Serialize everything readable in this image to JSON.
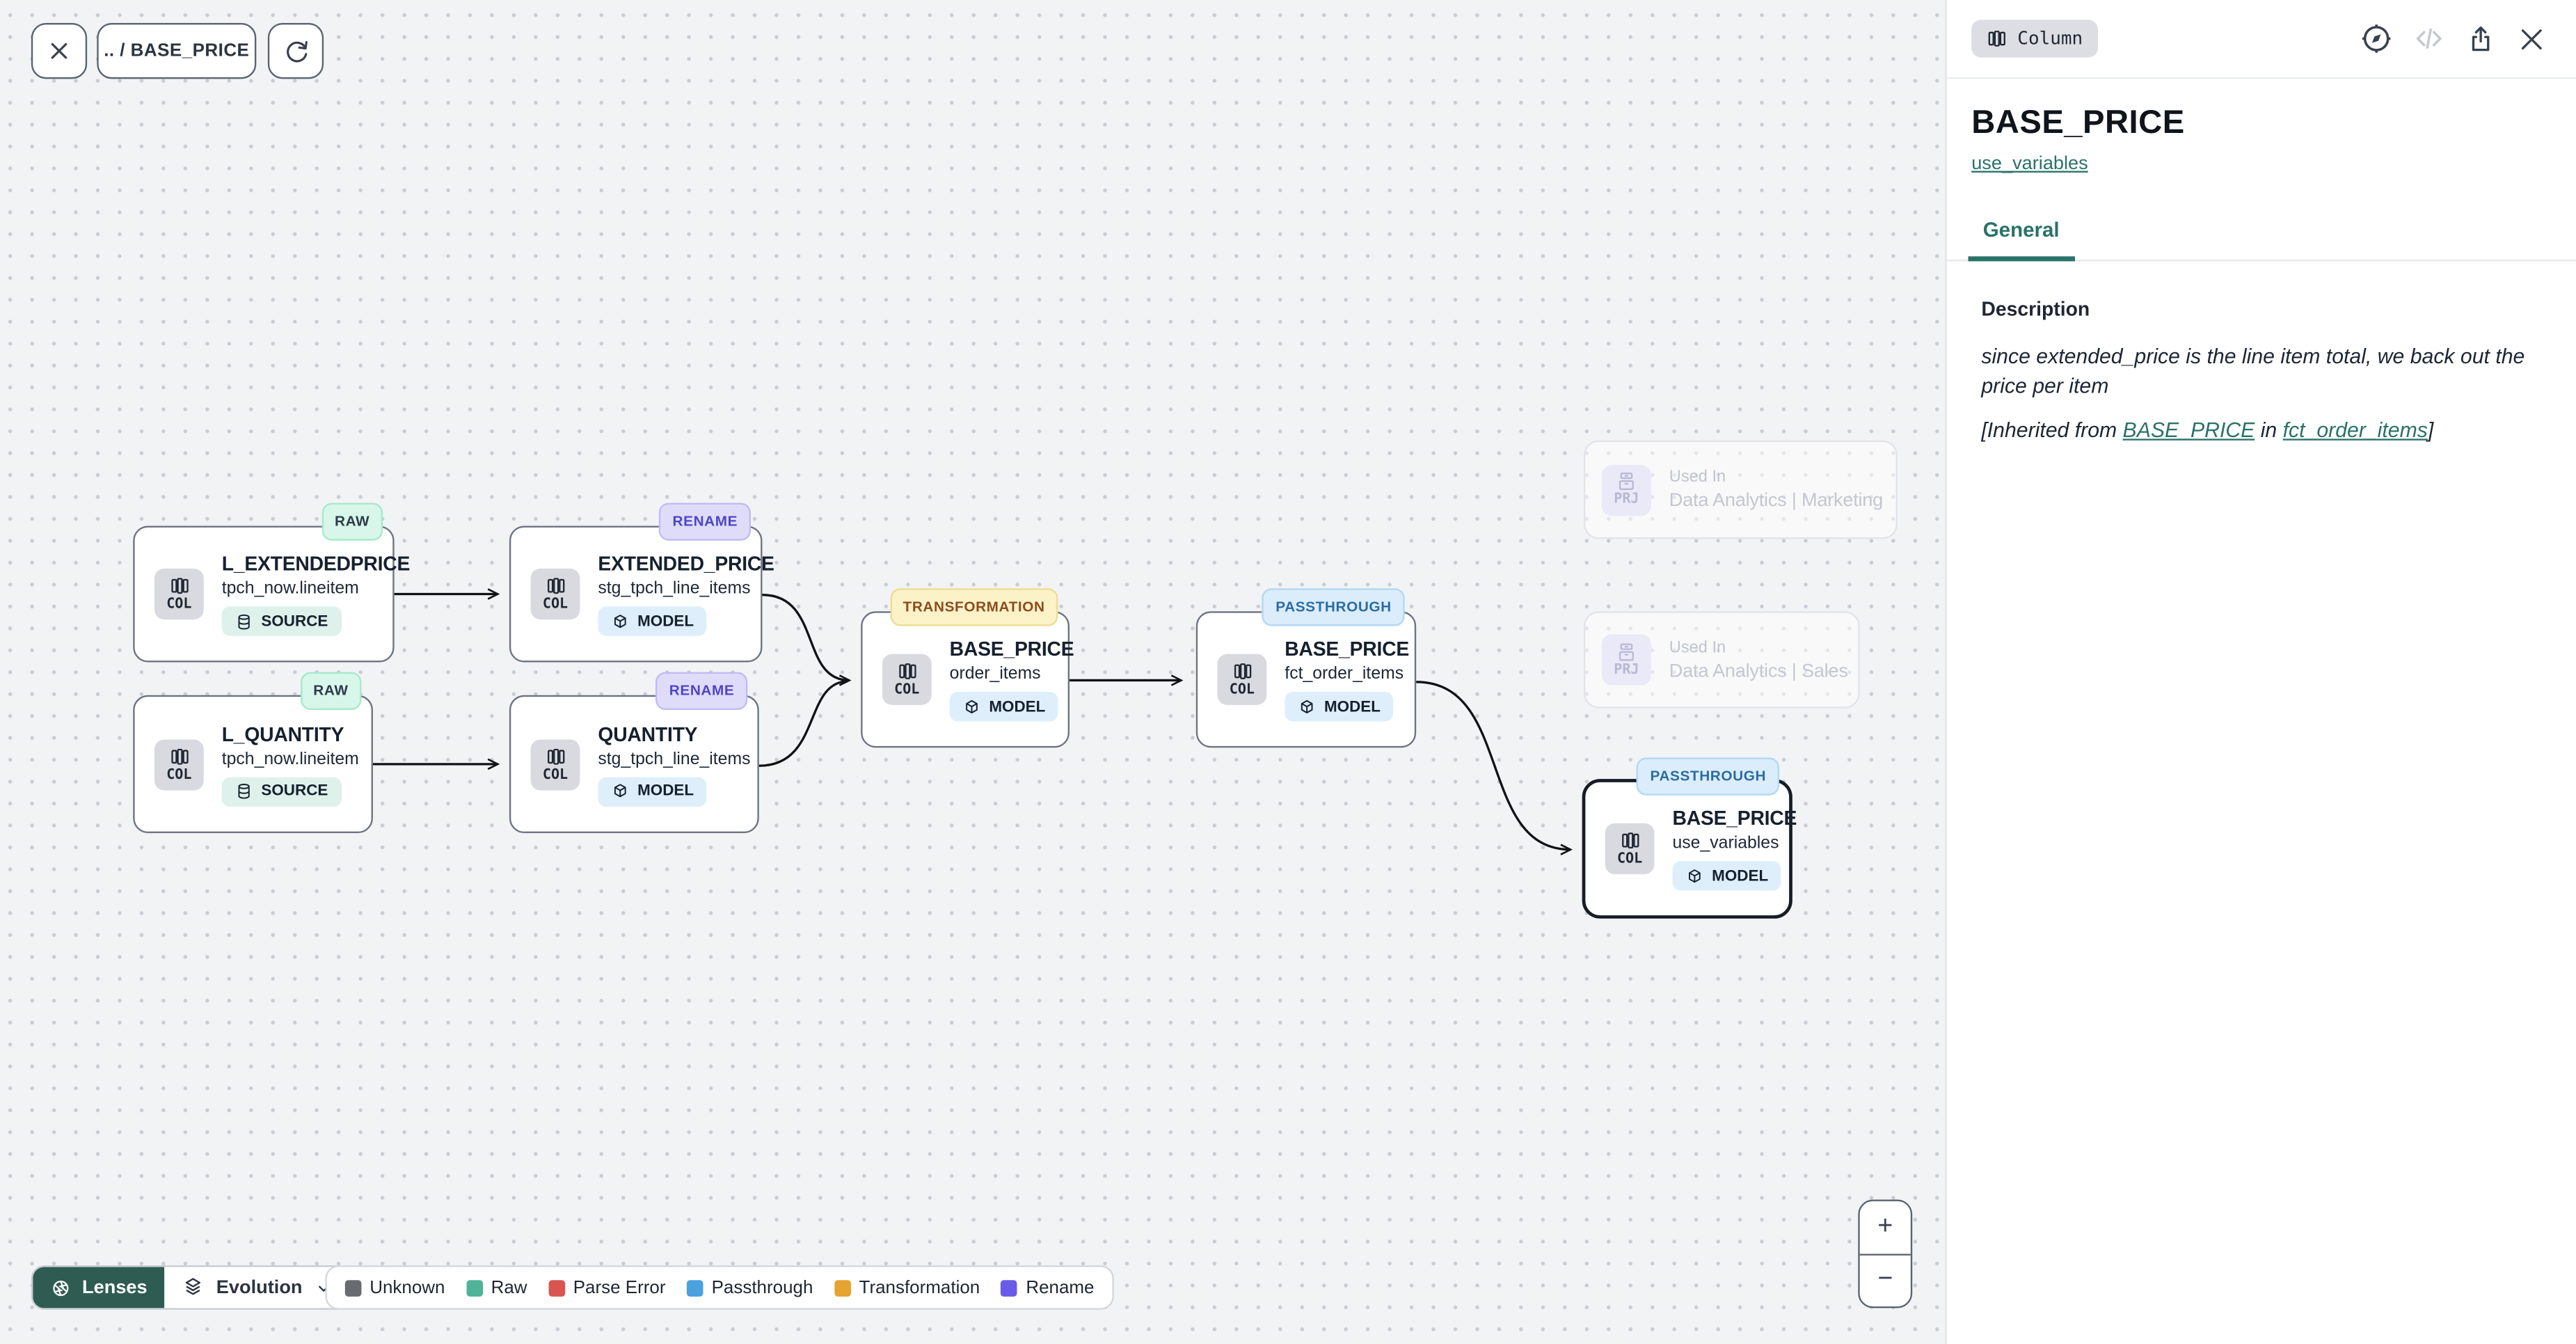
{
  "toolbar": {
    "breadcrumb": ".. / BASE_PRICE"
  },
  "canvas": {
    "nodes": [
      {
        "title": "L_EXTENDEDPRICE",
        "subtitle": "tpch_now.lineitem",
        "kind": "SOURCE",
        "badge": "RAW",
        "tile": "COL"
      },
      {
        "title": "EXTENDED_PRICE",
        "subtitle": "stg_tpch_line_items",
        "kind": "MODEL",
        "badge": "RENAME",
        "tile": "COL"
      },
      {
        "title": "L_QUANTITY",
        "subtitle": "tpch_now.lineitem",
        "kind": "SOURCE",
        "badge": "RAW",
        "tile": "COL"
      },
      {
        "title": "QUANTITY",
        "subtitle": "stg_tpch_line_items",
        "kind": "MODEL",
        "badge": "RENAME",
        "tile": "COL"
      },
      {
        "title": "BASE_PRICE",
        "subtitle": "order_items",
        "kind": "MODEL",
        "badge": "TRANSFORMATION",
        "tile": "COL"
      },
      {
        "title": "BASE_PRICE",
        "subtitle": "fct_order_items",
        "kind": "MODEL",
        "badge": "PASSTHROUGH",
        "tile": "COL"
      },
      {
        "title": "BASE_PRICE",
        "subtitle": "use_variables",
        "kind": "MODEL",
        "badge": "PASSTHROUGH",
        "tile": "COL"
      }
    ],
    "ghosts": [
      {
        "label": "Used In",
        "name": "Data Analytics | Marketing",
        "tile": "PRJ"
      },
      {
        "label": "Used In",
        "name": "Data Analytics | Sales",
        "tile": "PRJ"
      }
    ]
  },
  "lenses_bar": {
    "lenses_label": "Lenses",
    "selected_lens": "Evolution"
  },
  "legend": {
    "items": [
      {
        "label": "Unknown",
        "color": "#696B70"
      },
      {
        "label": "Raw",
        "color": "#4FB39A"
      },
      {
        "label": "Parse Error",
        "color": "#D85550"
      },
      {
        "label": "Passthrough",
        "color": "#4BA0DE"
      },
      {
        "label": "Transformation",
        "color": "#E5A42F"
      },
      {
        "label": "Rename",
        "color": "#6A5AE8"
      }
    ]
  },
  "zoom_controls": {
    "zoom_in": "+",
    "zoom_out": "−"
  },
  "panel": {
    "type_badge": "Column",
    "title": "BASE_PRICE",
    "model_link": "use_variables",
    "tab": "General",
    "description_heading": "Description",
    "description_body": "since extended_price is the line item total, we back out the price per item",
    "inherited_prefix": "[Inherited from ",
    "inherited_link_column": "BASE_PRICE",
    "inherited_mid": " in ",
    "inherited_link_model": "fct_order_items",
    "inherited_suffix": "]",
    "accent_color": "#2A7268"
  }
}
